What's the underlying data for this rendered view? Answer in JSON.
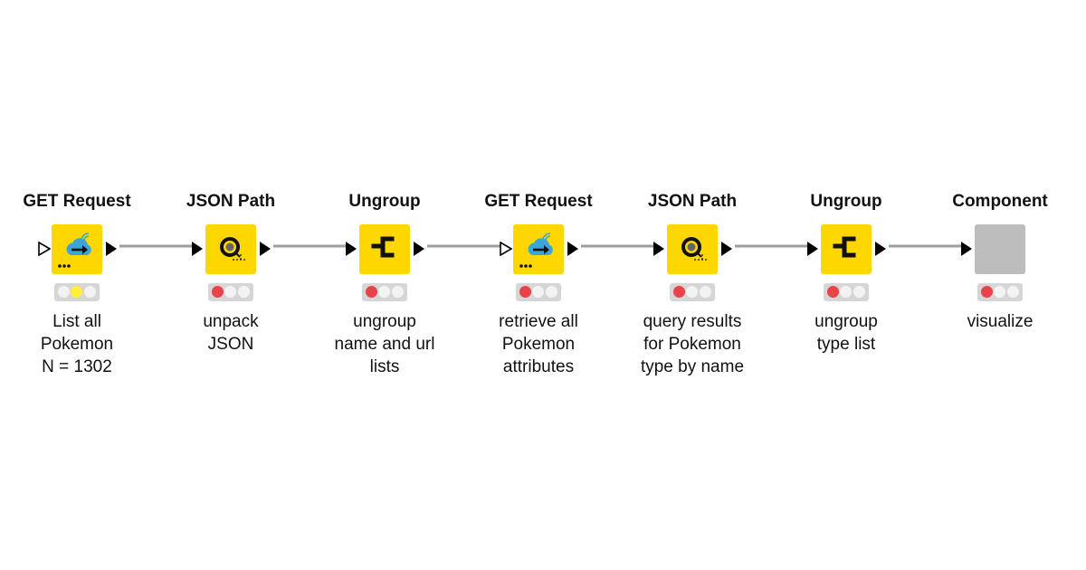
{
  "workflow": {
    "nodes": [
      {
        "title": "GET Request",
        "icon": "cloud-request-icon",
        "status": "yellow",
        "desc": [
          "List all",
          "Pokemon",
          "N = 1302"
        ]
      },
      {
        "title": "JSON Path",
        "icon": "json-path-icon",
        "status": "red",
        "desc": [
          "unpack",
          "JSON"
        ]
      },
      {
        "title": "Ungroup",
        "icon": "ungroup-icon",
        "status": "red",
        "desc": [
          "ungroup",
          "name and url",
          "lists"
        ]
      },
      {
        "title": "GET Request",
        "icon": "cloud-request-icon",
        "status": "red",
        "desc": [
          "retrieve all",
          "Pokemon",
          "attributes"
        ]
      },
      {
        "title": "JSON Path",
        "icon": "json-path-icon",
        "status": "red",
        "desc": [
          "query results",
          "for Pokemon",
          "type by name"
        ]
      },
      {
        "title": "Ungroup",
        "icon": "ungroup-icon",
        "status": "red",
        "desc": [
          "ungroup",
          "type list"
        ]
      },
      {
        "title": "Component",
        "icon": "component-icon",
        "status": "red",
        "desc": [
          "visualize"
        ]
      }
    ]
  },
  "colors": {
    "node_yellow": "#ffd700",
    "component_gray": "#bdbdbd",
    "connection": "#9e9e9e",
    "status_red": "#e8424b",
    "status_yellow": "#ffef3c"
  }
}
